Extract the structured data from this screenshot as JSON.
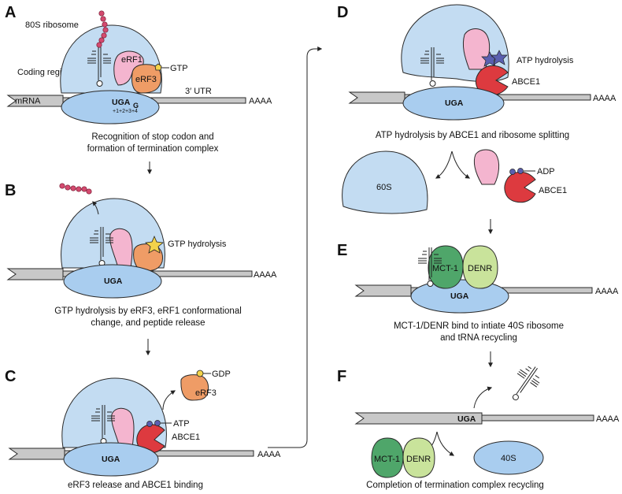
{
  "panels": {
    "A": {
      "letter": "A",
      "large_subunit_label": "80S ribosome",
      "coding_region_label": "Coding region",
      "mrna_label": "mRNA",
      "erf1_label": "eRF1",
      "erf3_label": "eRF3",
      "gtp_label": "GTP",
      "utr_label": "3′ UTR",
      "stop_codon": "UGA",
      "plus4_nt": "G",
      "positions_label": "+1+2+3+4",
      "polya": "AAAA",
      "caption_line1": "Recognition of stop codon and",
      "caption_line2": "formation of termination complex"
    },
    "B": {
      "letter": "B",
      "gtp_hydrolysis_label": "GTP hydrolysis",
      "stop_codon": "UGA",
      "polya": "AAAA",
      "caption_line1": "GTP hydrolysis by eRF3, eRF1 conformational",
      "caption_line2": "change, and peptide release"
    },
    "C": {
      "letter": "C",
      "gdp_label": "GDP",
      "erf3_label": "eRF3",
      "atp_label": "ATP",
      "abce1_label": "ABCE1",
      "stop_codon": "UGA",
      "polya": "AAAA",
      "caption": "eRF3 release and ABCE1 binding"
    },
    "D": {
      "letter": "D",
      "atp_hydrolysis_label": "ATP hydrolysis",
      "abce1_label": "ABCE1",
      "stop_codon": "UGA",
      "polya": "AAAA",
      "caption": "ATP hydrolysis by ABCE1 and ribosome splitting",
      "subunit_60s_label": "60S",
      "adp_label": "ADP",
      "abce1_free_label": "ABCE1"
    },
    "E": {
      "letter": "E",
      "mct1_label": "MCT-1",
      "denr_label": "DENR",
      "stop_codon": "UGA",
      "polya": "AAAA",
      "caption_line1": "MCT-1/DENR bind to intiate 40S ribosome",
      "caption_line2": "and tRNA recycling"
    },
    "F": {
      "letter": "F",
      "stop_codon": "UGA",
      "polya": "AAAA",
      "mct1_label": "MCT-1",
      "denr_label": "DENR",
      "subunit_40s_label": "40S",
      "caption": "Completion of termination complex recycling"
    }
  },
  "colors": {
    "large_subunit": "#c3dcf2",
    "small_subunit": "#a9cdef",
    "erf1": "#f4b5cf",
    "erf3": "#ef9c66",
    "abce1": "#dd3a3f",
    "mct1": "#4fa66a",
    "denr": "#c9e39b",
    "peptide": "#d44a6f",
    "mrna": "#c8c8c8",
    "atp_binding": "#5a5fb0",
    "gtp": "#f3d34a"
  }
}
